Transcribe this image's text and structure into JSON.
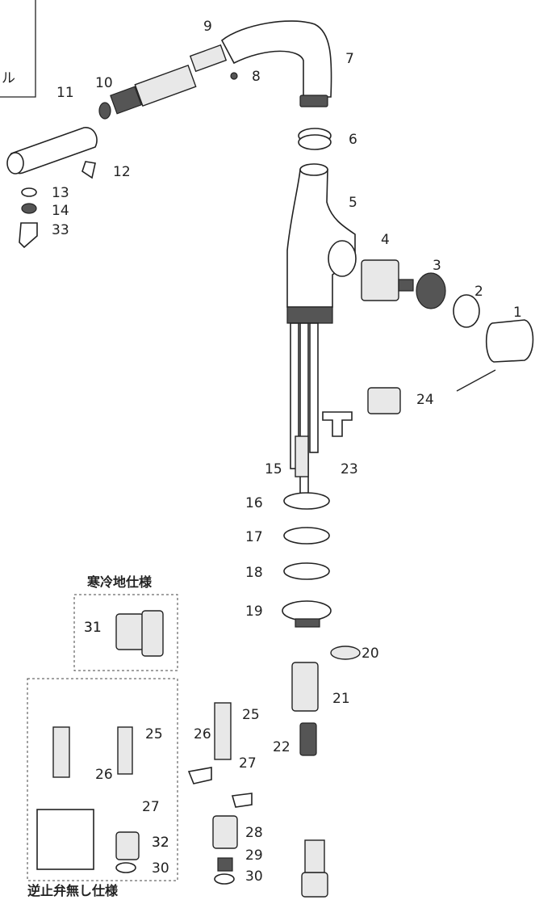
{
  "part_numbers": [
    "1",
    "2",
    "3",
    "4",
    "5",
    "6",
    "7",
    "8",
    "9",
    "10",
    "11",
    "12",
    "13",
    "14",
    "15",
    "16",
    "17",
    "18",
    "19",
    "20",
    "21",
    "22",
    "23",
    "24",
    "25",
    "26",
    "27",
    "28",
    "29",
    "30",
    "31",
    "32",
    "33"
  ],
  "inset_texts": {
    "partial_box_label": "ル",
    "cold_region_spec": "寒冷地仕様",
    "no_check_valve_spec": "逆止弁無し仕様"
  },
  "detail_labels": {
    "inset_25": "25",
    "inset_26": "26",
    "inset_27": "27",
    "inset_32": "32",
    "inset_30": "30",
    "cold_31": "31"
  }
}
